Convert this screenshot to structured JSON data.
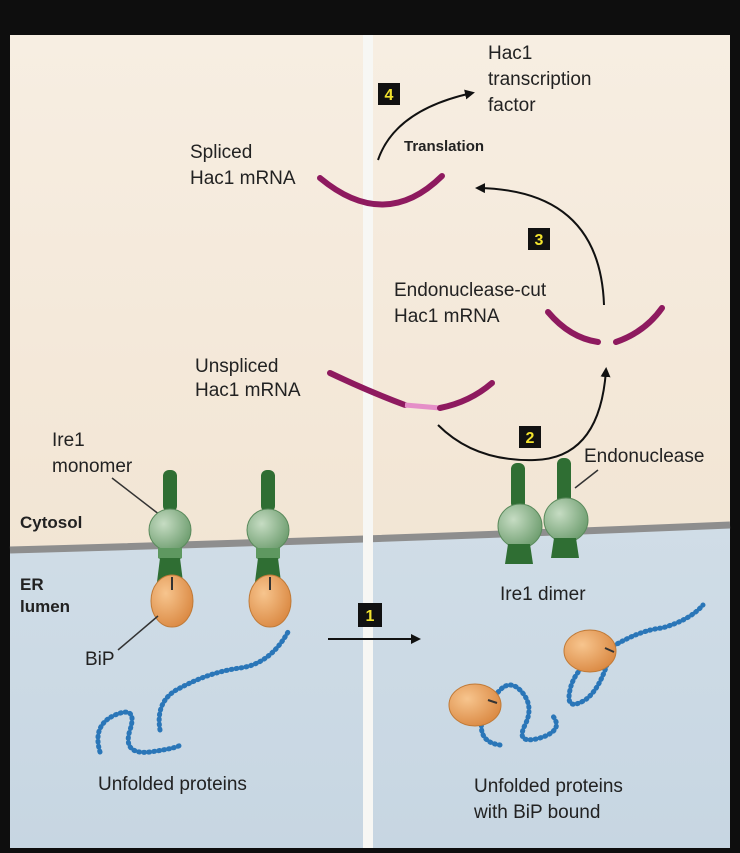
{
  "left_panel": {
    "spliced_mrna": [
      "Spliced",
      "Hac1 mRNA"
    ],
    "unspliced_mrna": [
      "Unspliced",
      "Hac1 mRNA"
    ],
    "ire1_monomer": [
      "Ire1",
      "monomer"
    ],
    "cytosol": "Cytosol",
    "er_lumen": [
      "ER",
      "lumen"
    ],
    "bip": "BiP",
    "unfolded_proteins": "Unfolded proteins"
  },
  "right_panel": {
    "hac1_tf": [
      "Hac1",
      "transcription",
      "factor"
    ],
    "translation": "Translation",
    "cut_mrna": [
      "Endonuclease-cut",
      "Hac1 mRNA"
    ],
    "endonuclease": "Endonuclease",
    "ire1_dimer": "Ire1 dimer",
    "unfolded_bound": [
      "Unfolded proteins",
      "with BiP bound"
    ]
  },
  "steps": [
    "1",
    "2",
    "3",
    "4"
  ],
  "colors": {
    "cytosol": "#f1e4d2",
    "lumen": "#cfdce6",
    "membrane": "#8e8e8e",
    "ire1_green": "#7aa87a",
    "ire1_dark": "#2f6e33",
    "bip_orange": "#e9a25b",
    "mrna": "#8e1a5f",
    "protein_dots": "#2a76b8"
  }
}
